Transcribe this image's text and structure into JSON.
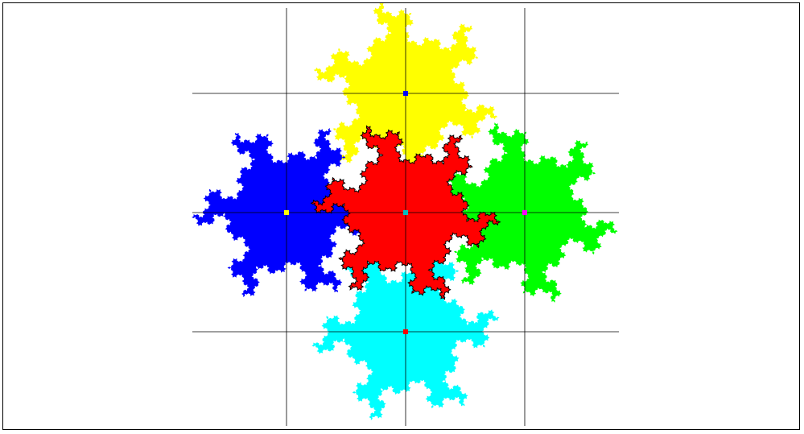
{
  "colors": {
    "background": "#ffffff",
    "frame": "#000000",
    "grid": "#000000",
    "outline": "#000000"
  },
  "tiles": [
    {
      "name": "center-tile",
      "color": "#ff0000",
      "marker": "#00c0c0",
      "outlined": true
    },
    {
      "name": "top-tile",
      "color": "#ffff00",
      "marker": "#0000ff",
      "outlined": false
    },
    {
      "name": "left-tile",
      "color": "#0000ff",
      "marker": "#ffff00",
      "outlined": false
    },
    {
      "name": "right-tile",
      "color": "#00ff00",
      "marker": "#ff00ff",
      "outlined": false
    },
    {
      "name": "bottom-tile",
      "color": "#00ffff",
      "marker": "#ff0000",
      "outlined": false
    }
  ],
  "grid": {
    "vertical_lines": 3,
    "horizontal_lines": 3
  }
}
